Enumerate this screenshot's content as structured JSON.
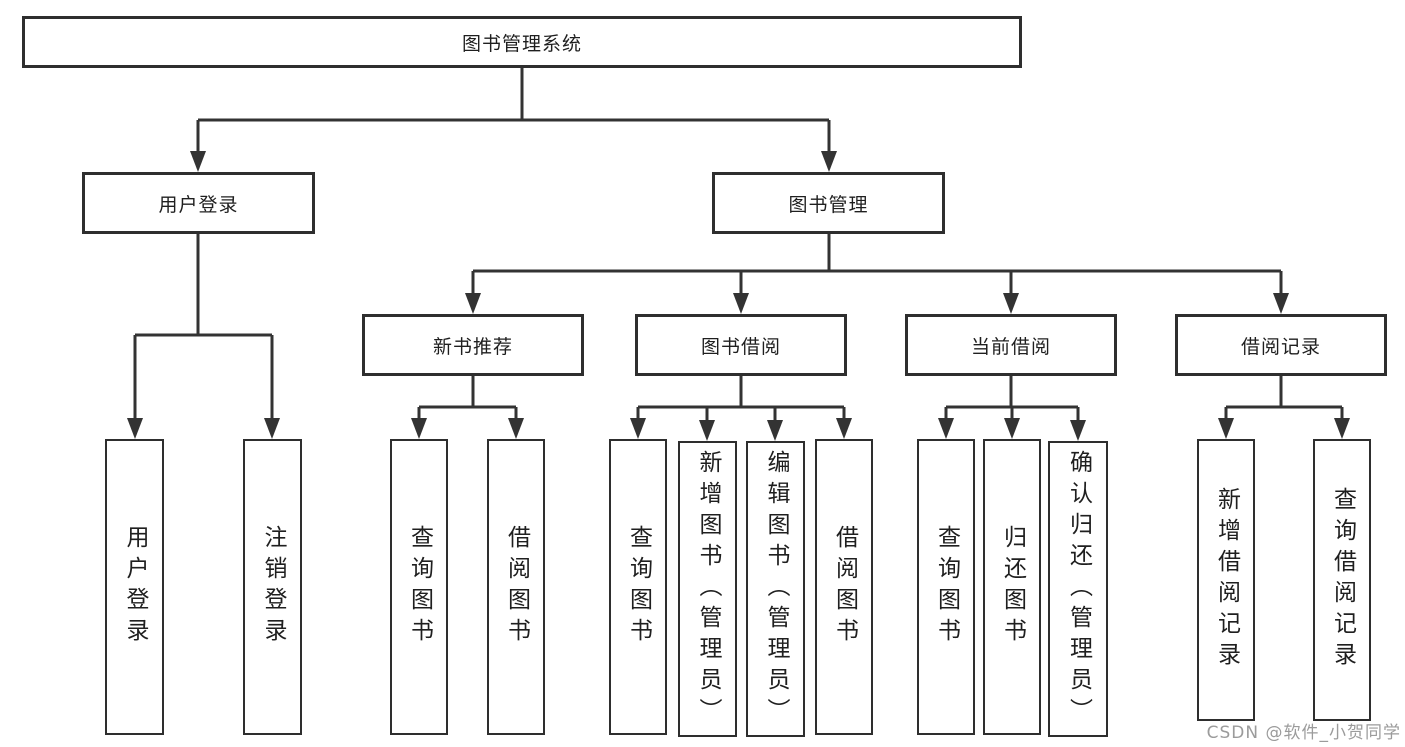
{
  "diagram": {
    "root": {
      "label": "图书管理系统"
    },
    "level2": {
      "user_login": {
        "label": "用户登录"
      },
      "book_mgmt": {
        "label": "图书管理"
      }
    },
    "level3": {
      "new_book": {
        "label": "新书推荐"
      },
      "borrow": {
        "label": "图书借阅"
      },
      "current": {
        "label": "当前借阅"
      },
      "record": {
        "label": "借阅记录"
      }
    },
    "leaves": {
      "user_login": {
        "label": "用户登录"
      },
      "logout": {
        "label": "注销登录"
      },
      "nb_query": {
        "label": "查询图书"
      },
      "nb_borrow": {
        "label": "借阅图书"
      },
      "bb_query": {
        "label": "查询图书"
      },
      "bb_add": {
        "label": "新增图书（管理员）"
      },
      "bb_edit": {
        "label": "编辑图书（管理员）"
      },
      "bb_borrow": {
        "label": "借阅图书"
      },
      "cb_query": {
        "label": "查询图书"
      },
      "cb_return": {
        "label": "归还图书"
      },
      "cb_confirm": {
        "label": "确认归还（管理员）"
      },
      "br_add": {
        "label": "新增借阅记录"
      },
      "br_query": {
        "label": "查询借阅记录"
      }
    }
  },
  "watermark": {
    "text": "CSDN @软件_小贺同学"
  },
  "colors": {
    "line": "#333333",
    "box_border": "#2e2e2e",
    "text": "#1f1f1f",
    "background": "#ffffff",
    "watermark": "#9b9b9b"
  }
}
